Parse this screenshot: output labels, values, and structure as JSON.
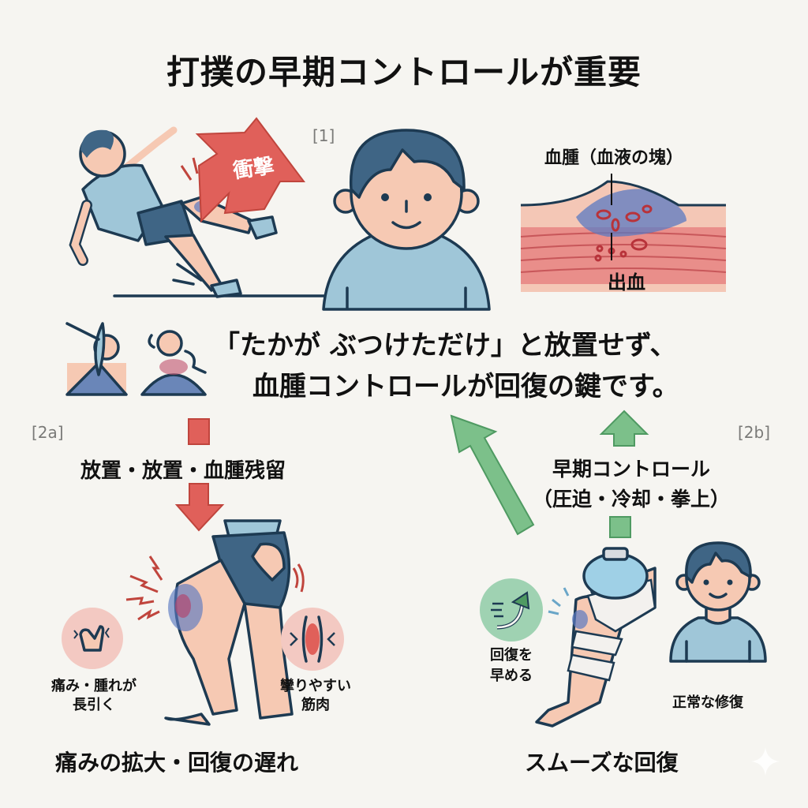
{
  "title": "打撲の早期コントロールが重要",
  "refs": {
    "r1": "[1]",
    "r2a": "[2a]",
    "r2b": "[2b]"
  },
  "panel1": {
    "impact_label": "衝撃",
    "hematoma_label": "血腫（血液の塊）",
    "bleeding_label": "出血"
  },
  "message": {
    "line1": "「たかが ぶつけただけ」と放置せず、",
    "line2": "血腫コントロールが回復の鍵です。"
  },
  "path_a": {
    "arrow_label": "放置・放置・血腫残留",
    "symptom_left": {
      "line1": "痛み・腫れが",
      "line2": "長引く",
      "icon": "hand-pain-icon"
    },
    "symptom_right": {
      "line1": "攣りやすい",
      "line2": "筋肉",
      "icon": "muscle-cramp-icon"
    },
    "outcome": "痛みの拡大・回復の遅れ"
  },
  "path_b": {
    "arrow_label_line1": "早期コントロール",
    "arrow_label_line2": "（圧迫・冷却・拳上）",
    "benefit": {
      "line1": "回復を",
      "line2": "早める",
      "icon": "fast-recovery-arrow-icon"
    },
    "person_label": "正常な修復",
    "outcome": "スムーズな回復"
  },
  "colors": {
    "background": "#f6f5f1",
    "red_arrow": "#e0605a",
    "green_arrow": "#7cc08a",
    "shirt": "#9fc6d8",
    "shorts": "#3f6585",
    "skin": "#f6c9b3",
    "outline": "#1d3a52",
    "bruise": "#5b79c2"
  }
}
